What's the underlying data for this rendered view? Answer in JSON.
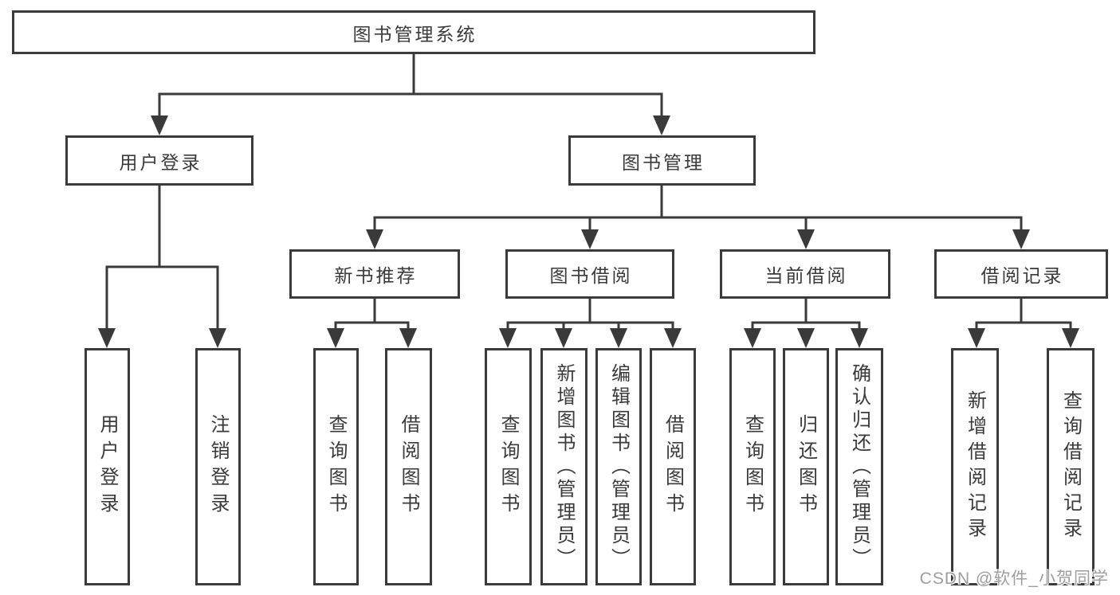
{
  "diagram": {
    "title": "图书管理系统",
    "level2": [
      {
        "label": "用户登录",
        "children": [
          "用户登录",
          "注销登录"
        ]
      },
      {
        "label": "图书管理",
        "children": [
          "新书推荐",
          "图书借阅",
          "当前借阅",
          "借阅记录"
        ]
      }
    ],
    "level3": [
      {
        "label": "新书推荐",
        "children": [
          "查询图书",
          "借阅图书"
        ]
      },
      {
        "label": "图书借阅",
        "children": [
          "查询图书",
          "新增图书（管理员）",
          "编辑图书（管理员）",
          "借阅图书"
        ]
      },
      {
        "label": "当前借阅",
        "children": [
          "查询图书",
          "归还图书",
          "确认归还（管理员）"
        ]
      },
      {
        "label": "借阅记录",
        "children": [
          "新增借阅记录",
          "查询借阅记录"
        ]
      }
    ]
  },
  "watermark": {
    "text": "CSDN @软件_小贺同学"
  },
  "colors": {
    "line": "#3a3a3a",
    "text": "#3a3a3a",
    "watermark": "#9e9e9e",
    "background": "#ffffff"
  }
}
